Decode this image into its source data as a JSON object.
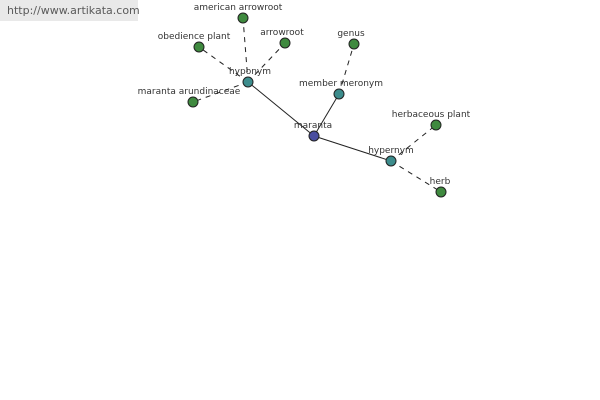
{
  "watermark": {
    "text": "http://www.artikata.com"
  },
  "graph": {
    "center": {
      "label": "maranta"
    },
    "relations": {
      "hyponym": {
        "label": "hyponym"
      },
      "member_meronym": {
        "label": "member meronym"
      },
      "hypernym": {
        "label": "hypernym"
      }
    },
    "leaves": {
      "american_arrowroot": {
        "label": "american arrowroot"
      },
      "obedience_plant": {
        "label": "obedience plant"
      },
      "arrowroot": {
        "label": "arrowroot"
      },
      "genus": {
        "label": "genus"
      },
      "maranta_arundinaceae": {
        "label": "maranta arundinaceae"
      },
      "herbaceous_plant": {
        "label": "herbaceous plant"
      },
      "herb": {
        "label": "herb"
      }
    },
    "colors": {
      "center_node": "#4a4ea0",
      "relation_node": "#3c8c8c",
      "leaf_node": "#3f8a3f"
    }
  }
}
